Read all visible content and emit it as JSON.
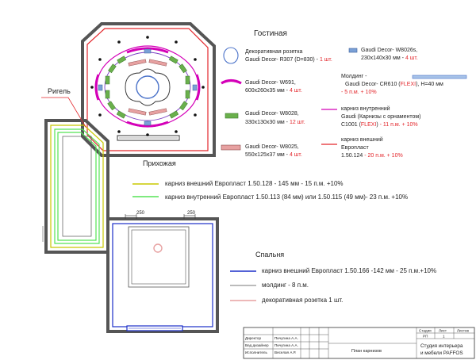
{
  "rooms": {
    "living": "Гостиная",
    "hall": "Прихожая",
    "bedroom": "Спальня"
  },
  "callout": "Ригель",
  "dims": {
    "a": "250",
    "b": "250"
  },
  "legend_living": {
    "rosette": {
      "l1": "Декоративная розетка",
      "l2": "Gaudi Decor- R307 (D=830) - ",
      "qty": "1 шт."
    },
    "w691": {
      "l1": "Gaudi Decor-  W691,",
      "l2": "600x260x35 мм - ",
      "qty": "4 шт."
    },
    "w8028": {
      "l1": "Gaudi Decor-  W8028,",
      "l2": "330x130x30 мм - ",
      "qty": "12 шт."
    },
    "w8025": {
      "l1": "Gaudi Decor-  W8025,",
      "l2": "550x125x37 мм - ",
      "qty": "4 шт."
    },
    "w8026s": {
      "l1": "Gaudi Decor-  W8026s,",
      "l2": "230x140x30 мм - ",
      "qty": "4 шт."
    },
    "molding": {
      "l1": "Молдинг -",
      "l2a": "Gaudi Decor- CR610 (",
      "l2flexi": "FLEXI",
      "l2b": "), H=40 мм",
      "l3": "- 5 п.м. + 10%"
    },
    "inner": {
      "l1": "карниз внутренний",
      "l2": "Gaudi (Карнизы с орнаментом)",
      "l3a": "C1001 (",
      "l3flexi": "FLEXI",
      "l3b": ") ",
      "l3qty": "- 11 п.м. + 10%"
    },
    "outer": {
      "l1": "карниз внешний",
      "l2": "Европласт",
      "l3a": "1.50.124 ",
      "l3qty": "- 20 п.м. + 10%"
    }
  },
  "legend_hall": {
    "outer": "карниз внешний Европласт 1.50.128 - 145 мм - 15 п.м. +10%",
    "inner": "карниз внутренний Европласт 1.50.113 (84 мм) или 1.50.115 (49 мм)- 23 п.м. +10%"
  },
  "legend_bedroom": {
    "outer": "карниз внешний Европласт 1.50.166 -142 мм - 25 п.м.+10%",
    "molding": "молдинг - 8 п.м.",
    "rosette": "декоративная розетка 1 шт."
  },
  "title_block": {
    "rows": [
      {
        "role": "Директор",
        "name": "Пичугина  А.А."
      },
      {
        "role": "Вед.дизайнер",
        "name": "Пичугина  А.А."
      },
      {
        "role": "Исполнитель",
        "name": "Веселая  А.Р."
      }
    ],
    "sheet_title": "План карнизов",
    "h_stage": "Стадия",
    "h_sheet": "Лист",
    "h_sheets": "Листов",
    "stage": "РП",
    "sheet": "1",
    "sheets": "",
    "company_l1": "Студия интерьера",
    "company_l2": "и мебели PAFFOS"
  },
  "colors": {
    "wall": "#555555",
    "outer_red": "#e3262b",
    "magenta": "#d400b8",
    "green": "#6ab04c",
    "yellow_green": "#c8c800",
    "light_green": "#55e455",
    "blue": "#1c2ec9",
    "rose": "#e7a1a1",
    "blue_fill": "#7aa0d6",
    "purple": "#7a3fc4"
  }
}
